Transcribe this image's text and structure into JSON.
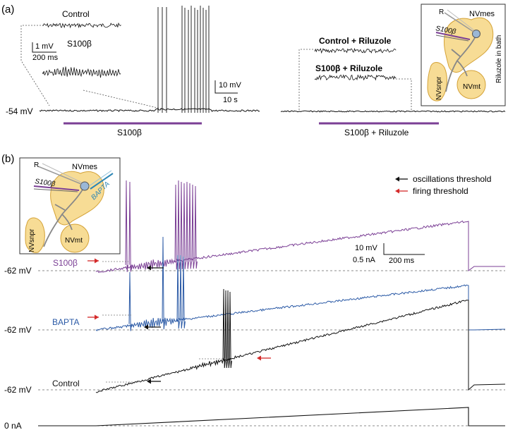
{
  "panel_a": {
    "label": "(a)",
    "labels": {
      "control": "Control",
      "s100b": "S100β",
      "scale_inset_mv": "1 mV",
      "scale_inset_ms": "200 ms",
      "scale_main_mv": "10 mV",
      "scale_main_s": "10 s",
      "resting": "-54 mV",
      "bar_left": "S100β",
      "control_riluzole": "Control + Riluzole",
      "s100b_riluzole": "S100β + Riluzole",
      "bar_right": "S100β + Riluzole"
    },
    "schematic": {
      "electrode": "R",
      "drug": "S100β",
      "nucleus_mes": "NVmes",
      "nucleus_snpr": "NVsnpr",
      "nucleus_mt": "NVmt",
      "bath": "Riluzole in bath"
    }
  },
  "panel_b": {
    "label": "(b)",
    "legend": {
      "oscillations": "oscillations threshold",
      "firing": "firing threshold"
    },
    "schematic": {
      "electrode": "R",
      "drug": "S100β",
      "buffer": "BAPTA",
      "nucleus_mes": "NVmes",
      "nucleus_snpr": "NVsnpr",
      "nucleus_mt": "NVmt"
    },
    "scale": {
      "mv": "10 mV",
      "na": "0.5 nA",
      "ms": "200 ms"
    },
    "traces": [
      {
        "name": "S100β",
        "baseline": "-62 mV",
        "color": "#7b3f95"
      },
      {
        "name": "BAPTA",
        "baseline": "-62 mV",
        "color": "#2b5aa6"
      },
      {
        "name": "Control",
        "baseline": "-62 mV",
        "color": "#111111"
      }
    ],
    "current_baseline": "0 nA"
  },
  "colors": {
    "purple": "#7b3f95",
    "blue": "#2b5aa6",
    "red": "#d42a2a",
    "black": "#111111",
    "neuron_fill": "#f7dc95",
    "neuron_stroke": "#d4a237",
    "cell_body": "#9ab7d6"
  }
}
